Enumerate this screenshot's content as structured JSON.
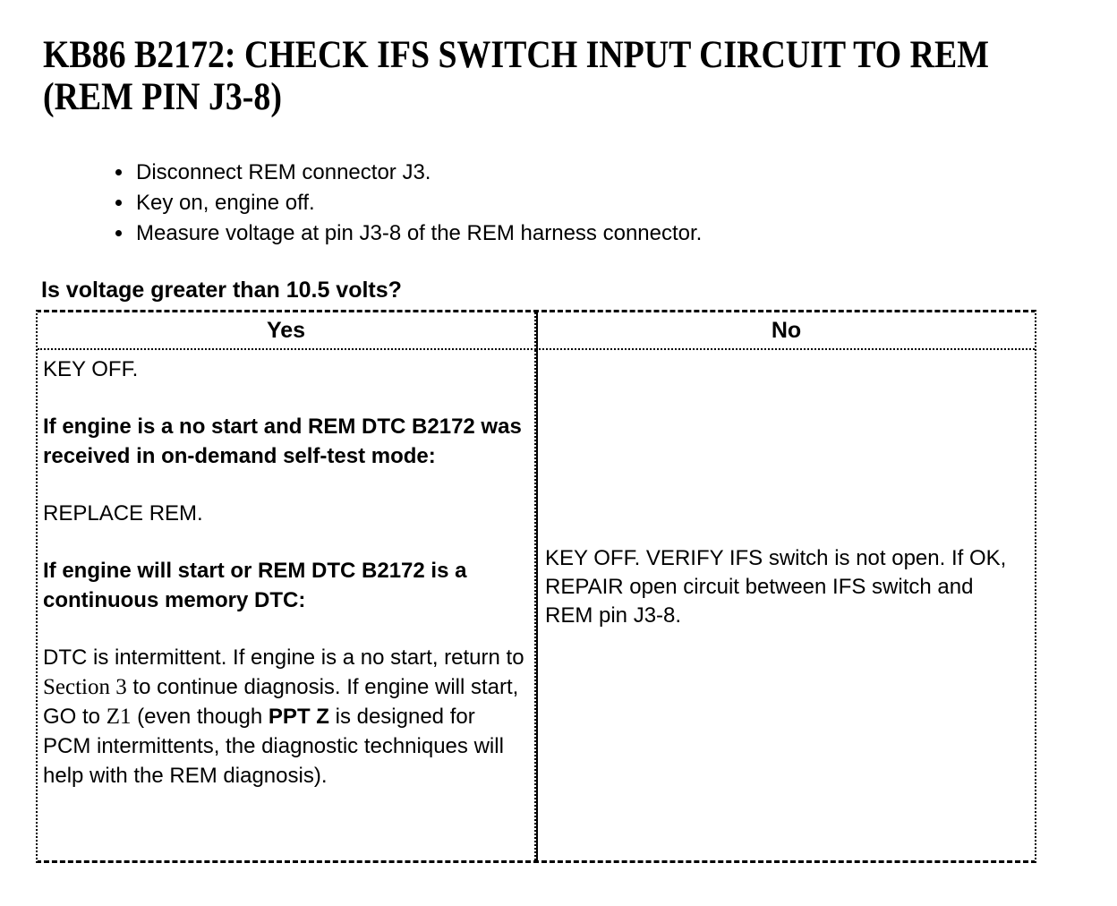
{
  "page": {
    "title": "KB86 B2172: CHECK IFS SWITCH INPUT CIRCUIT TO REM (REM PIN J3-8)"
  },
  "colors": {
    "text": "#000000",
    "background": "#ffffff"
  },
  "intro": {
    "bullets": [
      "Disconnect REM connector J3.",
      "Key on, engine off.",
      "Measure voltage at pin J3-8 of the REM harness connector."
    ],
    "question": "Is voltage greater than 10.5 volts?"
  },
  "decision_table": {
    "headers": [
      "Yes",
      "No"
    ],
    "yes_cell": {
      "paragraphs": [
        {
          "runs": [
            {
              "text": "KEY OFF.",
              "style": "regular"
            }
          ]
        },
        {
          "runs": [
            {
              "text": "If engine is a no start and REM DTC B2172 was received in on-demand self-test mode:",
              "style": "bold"
            }
          ]
        },
        {
          "runs": [
            {
              "text": "REPLACE REM.",
              "style": "regular"
            }
          ]
        },
        {
          "runs": [
            {
              "text": "If engine will start or REM DTC B2172 is a continuous memory DTC:",
              "style": "bold"
            }
          ]
        },
        {
          "runs": [
            {
              "text": "DTC is intermittent. If engine is a no start, return to ",
              "style": "regular"
            },
            {
              "text": "Section 3",
              "style": "serif"
            },
            {
              "text": " to continue diagnosis. If engine will start, GO to ",
              "style": "regular"
            },
            {
              "text": "Z1",
              "style": "serif"
            },
            {
              "text": " (even though ",
              "style": "regular"
            },
            {
              "text": "PPT Z",
              "style": "bold"
            },
            {
              "text": " is designed for PCM intermittents, the diagnostic techniques will help with the REM diagnosis).",
              "style": "regular"
            }
          ]
        }
      ]
    },
    "no_cell": {
      "paragraphs": [
        {
          "runs": [
            {
              "text": "KEY OFF. VERIFY IFS switch is not open. If OK, REPAIR open circuit between IFS switch and REM pin J3-8.",
              "style": "regular"
            }
          ]
        }
      ]
    }
  }
}
